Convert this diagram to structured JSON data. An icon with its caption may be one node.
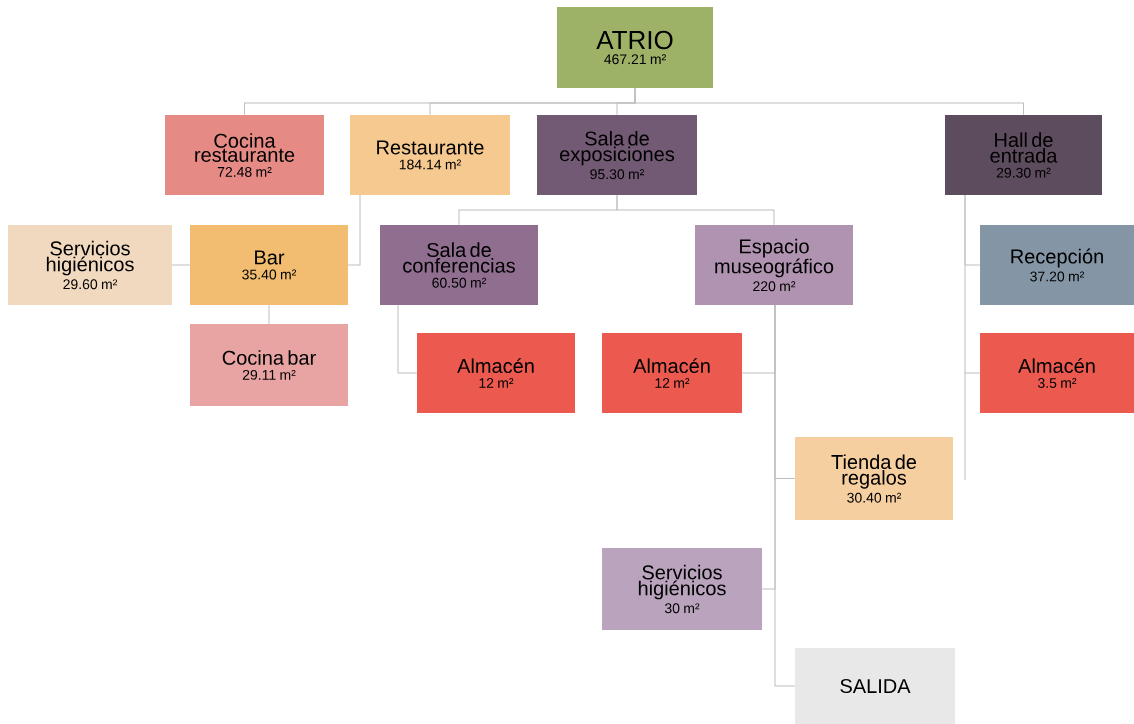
{
  "diagram": {
    "nodes": [
      {
        "text": [
          "ATRIO",
          "467.21 m²"
        ]
      },
      {
        "text": [
          "Cocina restaurante",
          "72.48 m²"
        ]
      },
      {
        "text": [
          "Restaurante",
          "184.14 m²"
        ]
      },
      {
        "text": [
          "Sala de exposiciones",
          "95.30 m²"
        ]
      },
      {
        "text": [
          "Hall de entrada",
          "29.30 m²"
        ]
      },
      {
        "text": [
          "Servicios higiénicos",
          "29.60 m²"
        ]
      },
      {
        "text": [
          "Bar",
          "35.40 m²"
        ]
      },
      {
        "text": [
          "Cocina bar",
          "29.11 m²"
        ]
      },
      {
        "text": [
          "Sala de conferencias",
          "60.50 m²"
        ]
      },
      {
        "text": [
          "Espacio museográfico",
          "220 m²"
        ]
      },
      {
        "text": [
          "Recepción",
          "37.20 m²"
        ]
      },
      {
        "text": [
          "Almacén",
          "12 m²"
        ]
      },
      {
        "text": [
          "Almacén",
          "12 m²"
        ]
      },
      {
        "text": [
          "Almacén",
          "3.5 m²"
        ]
      },
      {
        "text": [
          "Tienda de regalos",
          "30.40 m²"
        ]
      },
      {
        "text": [
          "Servicios higiénicos",
          "30 m²"
        ]
      },
      {
        "text": [
          "SALIDA"
        ]
      }
    ],
    "edges": [
      {
        "from": 0,
        "to": 1,
        "arrow": "none"
      },
      {
        "from": 0,
        "to": 2,
        "arrow": "none"
      },
      {
        "from": 0,
        "to": 3,
        "arrow": "none"
      },
      {
        "from": 0,
        "to": 4,
        "arrow": "none"
      },
      {
        "from": 2,
        "to": 6,
        "arrow": "none"
      },
      {
        "from": 6,
        "to": 5,
        "arrow": "none"
      },
      {
        "from": 6,
        "to": 7,
        "arrow": "none"
      },
      {
        "from": 3,
        "to": 8,
        "arrow": "none"
      },
      {
        "from": 3,
        "to": 9,
        "arrow": "none"
      },
      {
        "from": 8,
        "to": 11,
        "arrow": "none"
      },
      {
        "from": 9,
        "to": 12,
        "arrow": "none"
      },
      {
        "from": 9,
        "to": 14,
        "arrow": "none"
      },
      {
        "from": 9,
        "to": 15,
        "arrow": "none"
      },
      {
        "from": 9,
        "to": 16,
        "arrow": "none"
      },
      {
        "from": 4,
        "to": 10,
        "arrow": "none"
      },
      {
        "from": 4,
        "to": 13,
        "arrow": "none"
      }
    ]
  }
}
